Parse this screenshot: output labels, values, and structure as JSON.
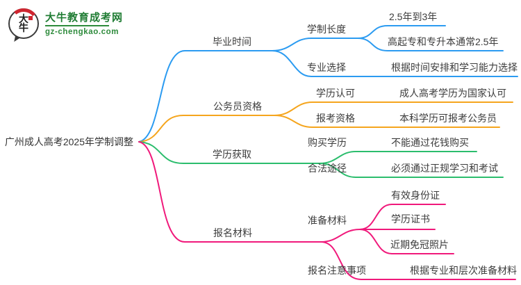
{
  "logo": {
    "icon_text_top": "大",
    "icon_text_bottom": "牛",
    "site_name": "大牛教育成考网",
    "site_url": "gz-chengkao.com",
    "brand_color": "#1f7c33",
    "icon_accent_color": "#cf2630"
  },
  "mindmap": {
    "root": {
      "label": "广州成人高考2025年学制调整"
    },
    "branches": [
      {
        "label": "毕业时间",
        "color": "#2b9bf1",
        "children": [
          {
            "label": "学制长度",
            "leaves": [
              "2.5年到3年",
              "高起专和专升本通常2.5年"
            ]
          },
          {
            "label": "专业选择",
            "leaves": [
              "根据时间安排和学习能力选择"
            ]
          }
        ]
      },
      {
        "label": "公务员资格",
        "color": "#f5a51d",
        "children": [
          {
            "label": "学历认可",
            "leaves": [
              "成人高考学历为国家认可"
            ]
          },
          {
            "label": "报考资格",
            "leaves": [
              "本科学历可报考公务员"
            ]
          }
        ]
      },
      {
        "label": "学历获取",
        "color": "#2bbd6d",
        "children": [
          {
            "label": "购买学历",
            "leaves": [
              "不能通过花钱购买"
            ]
          },
          {
            "label": "合法途径",
            "leaves": [
              "必须通过正规学习和考试"
            ]
          }
        ]
      },
      {
        "label": "报名材料",
        "color": "#f0197b",
        "children": [
          {
            "label": "准备材料",
            "leaves": [
              "有效身份证",
              "学历证书",
              "近期免冠照片"
            ]
          },
          {
            "label": "报名注意事项",
            "leaves": [
              "根据专业和层次准备材料"
            ]
          }
        ]
      }
    ]
  }
}
